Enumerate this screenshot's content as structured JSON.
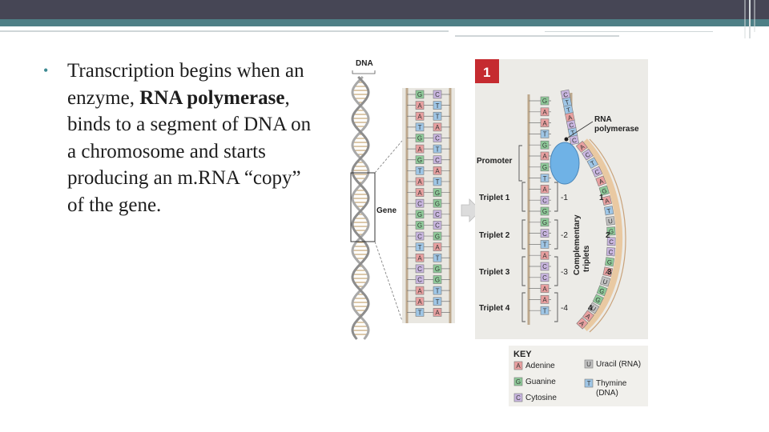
{
  "slide": {
    "bullet": {
      "pre": "Transcription begins when an enzyme, ",
      "bold": "RNA polymerase",
      "post": ", binds to a segment of DNA on a chromosome and starts producing an m.RNA “copy” of the gene."
    }
  },
  "figure": {
    "step_number": "1",
    "dna_label": "DNA",
    "gene_label": "Gene",
    "promoter_label": "Promoter",
    "rna_polymerase_label": "RNA\npolymerase",
    "complementary_label": "Complementary\ntriplets",
    "triplets": [
      {
        "label": "Triplet 1",
        "num": "1"
      },
      {
        "label": "Triplet 2",
        "num": "2"
      },
      {
        "label": "Triplet 3",
        "num": "3"
      },
      {
        "label": "Triplet 4",
        "num": "4"
      }
    ],
    "dna_strand_left": [
      "G",
      "A",
      "A",
      "T",
      "G",
      "A",
      "G",
      "T",
      "A",
      "A",
      "C",
      "G",
      "G",
      "C",
      "T",
      "A",
      "C",
      "C",
      "A",
      "A",
      "T"
    ],
    "dna_strand_right": [
      "C",
      "T",
      "T",
      "A",
      "C",
      "T",
      "C",
      "A",
      "T",
      "G",
      "G",
      "C",
      "C",
      "G",
      "A",
      "T",
      "G",
      "G",
      "T",
      "T",
      "A"
    ],
    "template_strand": [
      "G",
      "A",
      "A",
      "T",
      "G",
      "A",
      "G",
      "T",
      "A",
      "C",
      "G",
      "G",
      "C",
      "T",
      "A",
      "C",
      "C",
      "A",
      "A",
      "T"
    ],
    "coding_strand": [
      "C",
      "T",
      "T",
      "A",
      "C",
      "T",
      "C"
    ],
    "rna_bases": [
      "A",
      "C",
      "T",
      "C",
      "A",
      "G",
      "A",
      "T",
      "U",
      "G",
      "C",
      "C",
      "G",
      "A",
      "U",
      "G",
      "G",
      "U",
      "A",
      "A"
    ],
    "colors": {
      "adenine": "#e8a0a0",
      "guanine": "#8fcb9a",
      "cytosine": "#c9b6e0",
      "thymine": "#9fc6e6",
      "uracil": "#c2c2c2",
      "polymerase": "#6fb2e6",
      "panel_bg": "#ecebe7",
      "step_badge": "#c52b30",
      "rna_curve": "#e9c9a2"
    },
    "key": {
      "title": "KEY",
      "items": [
        {
          "letter": "A",
          "name": "Adenine",
          "base": "adenine"
        },
        {
          "letter": "G",
          "name": "Guanine",
          "base": "guanine"
        },
        {
          "letter": "C",
          "name": "Cytosine",
          "base": "cytosine"
        },
        {
          "letter": "U",
          "name": "Uracil (RNA)",
          "base": "uracil"
        },
        {
          "letter": "T",
          "name": "Thymine\n(DNA)",
          "base": "thymine"
        }
      ]
    }
  }
}
